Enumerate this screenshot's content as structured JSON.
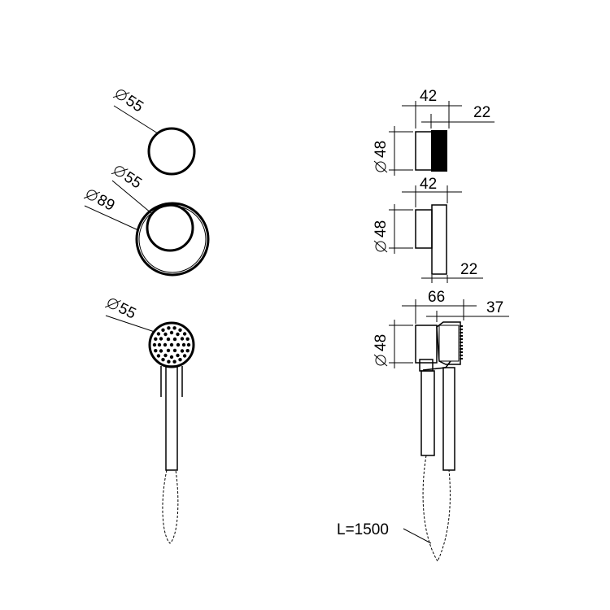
{
  "left_view": {
    "knob_diameter": "55",
    "plate_inner_diameter": "55",
    "plate_outer_diameter": "89",
    "shower_head_diameter": "55"
  },
  "right_view": {
    "top_width": "42",
    "top_depth": "22",
    "top_diameter": "48",
    "mid_width": "42",
    "mid_diameter": "48",
    "mid_depth": "22",
    "bottom_width": "66",
    "bottom_depth": "37",
    "bottom_diameter": "48",
    "hose_length": "L=1500"
  }
}
